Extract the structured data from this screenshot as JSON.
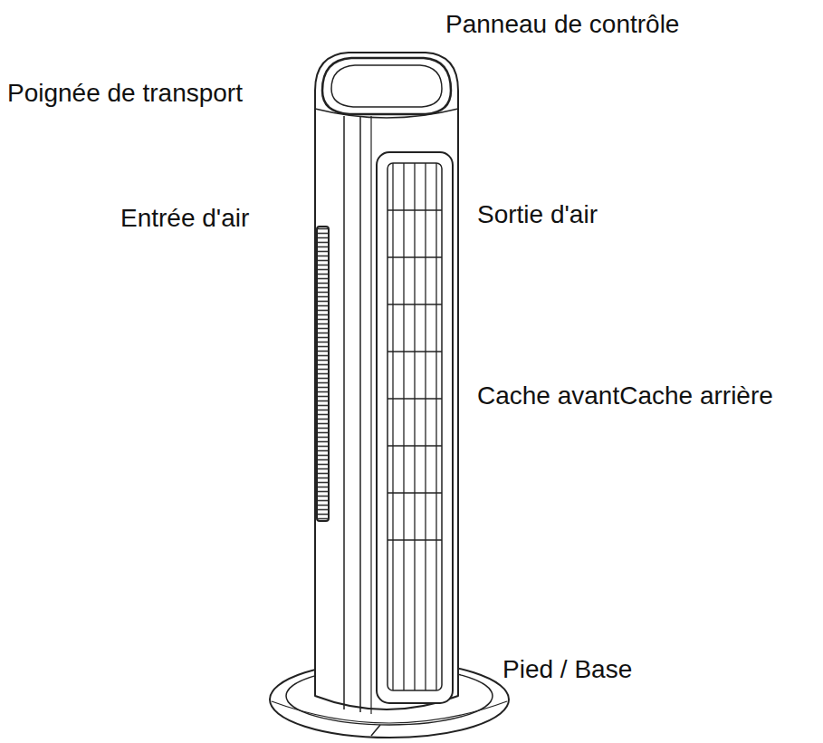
{
  "diagram": {
    "labels": [
      "Panneau de contrôle",
      "Poignée de transport",
      "Entrée d'air",
      "Sortie d'air",
      "Cache avantCache arrière",
      "Pied / Base"
    ]
  }
}
